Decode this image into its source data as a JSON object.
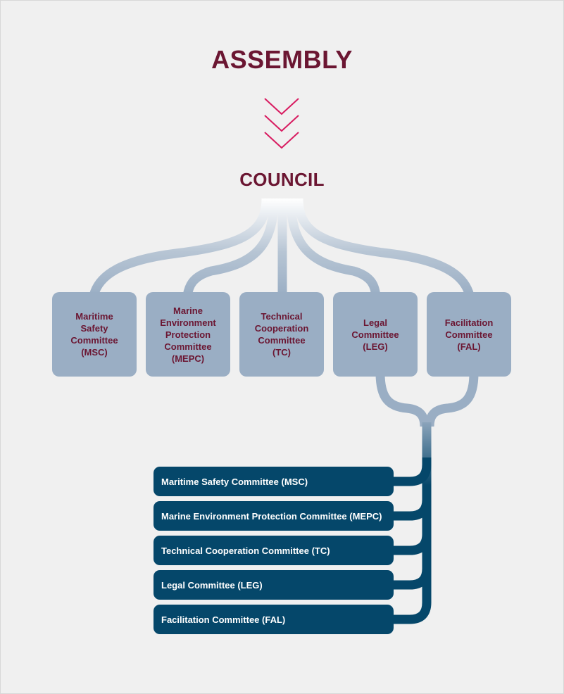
{
  "title": "ASSEMBLY",
  "subtitle": "COUNCIL",
  "colors": {
    "background": "#f0f0f0",
    "title": "#6b1632",
    "chevron": "#d81b60",
    "box": "#9aaec4",
    "bar": "#05476a"
  },
  "icons": [
    "chevron-down-icon",
    "chevron-down-icon",
    "chevron-down-icon"
  ],
  "committee_boxes": [
    {
      "label": "Maritime\nSafety\nCommittee\n(MSC)"
    },
    {
      "label": "Marine\nEnvironment\nProtection\nCommittee\n(MEPC)"
    },
    {
      "label": "Technical\nCooperation\nCommittee\n(TC)"
    },
    {
      "label": "Legal\nCommittee\n(LEG)"
    },
    {
      "label": "Facilitation\nCommittee\n(FAL)"
    }
  ],
  "committee_list": [
    {
      "label": "Maritime Safety Committee (MSC)"
    },
    {
      "label": "Marine Environment Protection Committee (MEPC)"
    },
    {
      "label": "Technical Cooperation Committee (TC)"
    },
    {
      "label": "Legal Committee (LEG)"
    },
    {
      "label": "Facilitation Committee (FAL)"
    }
  ]
}
